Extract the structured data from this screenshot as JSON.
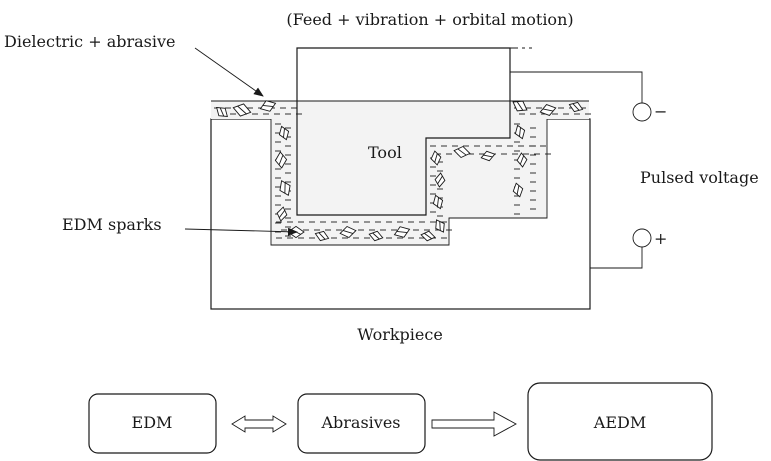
{
  "diagram": {
    "motion_label": "(Feed + vibration + orbital motion)",
    "dielectric_label": "Dielectric + abrasive",
    "tool_label": "Tool",
    "edm_sparks_label": "EDM sparks",
    "pulsed_voltage_label": "Pulsed voltage",
    "minus_label": "−",
    "plus_label": "+",
    "workpiece_label": "Workpiece"
  },
  "flow": {
    "box1": "EDM",
    "box2": "Abrasives",
    "box3": "AEDM",
    "result_fill": "#d9d9d9"
  }
}
